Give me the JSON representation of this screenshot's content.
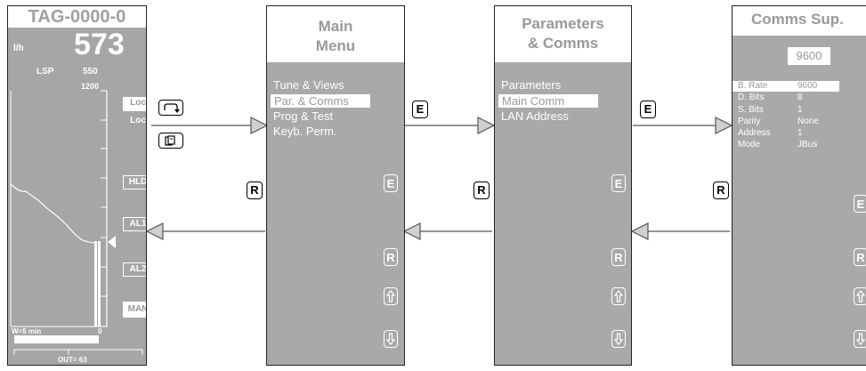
{
  "controller": {
    "tag": "TAG-0000-0",
    "units": "l/h",
    "pv": "573",
    "lsp_label": "LSP",
    "lsp_value": "550",
    "scale_max": "1200",
    "scale_min": "0",
    "window": "W=5 min",
    "out": "OUT= 63",
    "side_keys": [
      "Loc",
      "Loc",
      "HLD",
      "AL1",
      "AL2",
      "MAN"
    ]
  },
  "main_menu": {
    "title_line1": "Main",
    "title_line2": "Menu",
    "items": [
      "Tune & Views",
      "Par. & Comms",
      "Prog & Test",
      "Keyb. Perm."
    ],
    "selected_index": 1
  },
  "params_menu": {
    "title_line1": "Parameters",
    "title_line2": "& Comms",
    "items": [
      "Parameters",
      "Main Comm",
      "LAN Address"
    ],
    "selected_index": 1
  },
  "comms_menu": {
    "title": "Comms Sup.",
    "value": "9600",
    "rows": [
      {
        "label": "B. Rate",
        "value": "9600"
      },
      {
        "label": "D. Bits",
        "value": "8"
      },
      {
        "label": "S. Bits",
        "value": "1"
      },
      {
        "label": "Parity",
        "value": "None"
      },
      {
        "label": "Address",
        "value": "1"
      },
      {
        "label": "Mode",
        "value": "JBus"
      }
    ]
  },
  "keys": {
    "enter": "E",
    "return": "R",
    "up_icon": "up-arrow-icon",
    "down_icon": "down-arrow-icon"
  }
}
